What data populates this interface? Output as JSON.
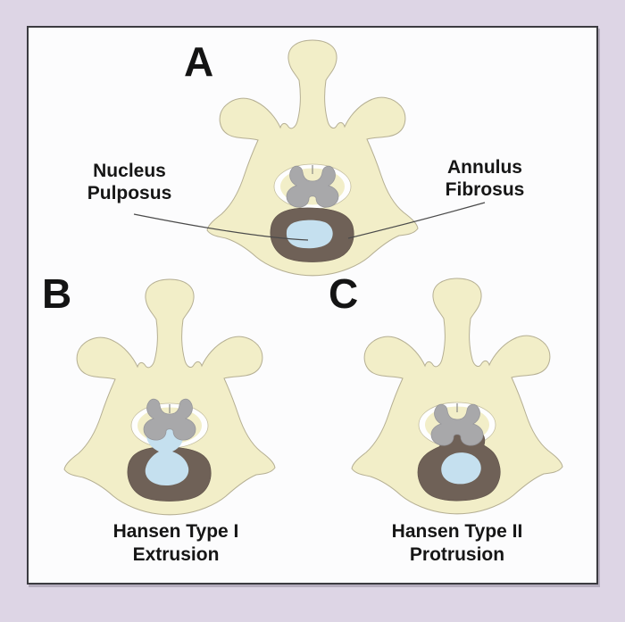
{
  "figure": {
    "panels": {
      "a": {
        "letter": "A"
      },
      "b": {
        "letter": "B",
        "caption_line1": "Hansen Type I",
        "caption_line2": "Extrusion"
      },
      "c": {
        "letter": "C",
        "caption_line1": "Hansen Type II",
        "caption_line2": "Protrusion"
      }
    },
    "labels": {
      "nucleus": {
        "line1": "Nucleus",
        "line2": "Pulposus"
      },
      "annulus": {
        "line1": "Annulus",
        "line2": "Fibrosus"
      }
    },
    "colors": {
      "background": "#DDD5E5",
      "panel": "#FCFCFD",
      "frame_border": "#3B3B40",
      "bone": "#F2EEC8",
      "bone_outline": "#B5AF93",
      "spinal_canal": "#FEFEFE",
      "spinal_cord_gray": "#A8A8AA",
      "annulus_fibrosus_brown": "#6F6157",
      "nucleus_pulposus_blue": "#C5E0EF",
      "text": "#161616",
      "leader_line": "#4A4A4A"
    }
  }
}
